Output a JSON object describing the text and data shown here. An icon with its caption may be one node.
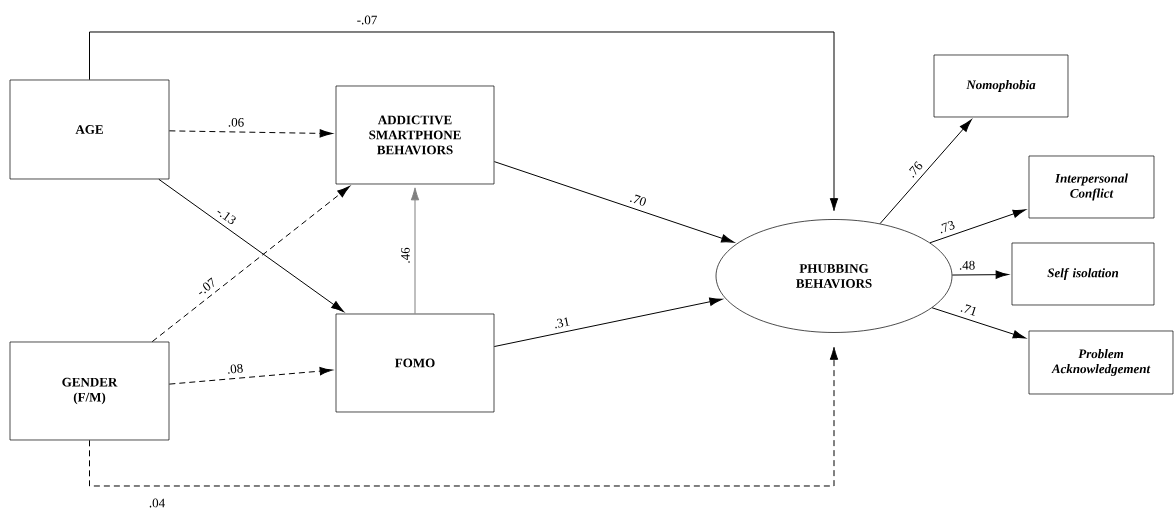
{
  "diagram": {
    "nodes": [
      {
        "text": [
          "AGE"
        ]
      },
      {
        "text": [
          "GENDER (F/M)"
        ]
      },
      {
        "text": [
          "ADDICTIVE SMARTPHONE BEHAVIORS"
        ]
      },
      {
        "text": [
          "FOMO"
        ]
      },
      {
        "text": [
          "PHUBBING BEHAVIORS"
        ]
      },
      {
        "text": [
          "Nomophobia"
        ]
      },
      {
        "text": [
          "Interpersonal Conflict"
        ]
      },
      {
        "text": [
          "Self isolation"
        ]
      },
      {
        "text": [
          "Problem Acknowledgement"
        ]
      }
    ],
    "edges": [
      {
        "from": 0,
        "to": 4,
        "arrow": "to",
        "label": "-.07"
      },
      {
        "from": 0,
        "to": 2,
        "arrow": "to",
        "label": ".06",
        "style": "dashed"
      },
      {
        "from": 0,
        "to": 3,
        "arrow": "to",
        "label": "-.13"
      },
      {
        "from": 1,
        "to": 2,
        "arrow": "to",
        "label": "-.07",
        "style": "dashed"
      },
      {
        "from": 1,
        "to": 3,
        "arrow": "to",
        "label": ".08",
        "style": "dashed"
      },
      {
        "from": 1,
        "to": 4,
        "arrow": "to",
        "label": ".04",
        "style": "dashed"
      },
      {
        "from": 3,
        "to": 2,
        "arrow": "to",
        "label": ".46",
        "color": "#808080"
      },
      {
        "from": 2,
        "to": 4,
        "arrow": "to",
        "label": ".70"
      },
      {
        "from": 3,
        "to": 4,
        "arrow": "to",
        "label": ".31"
      },
      {
        "from": 4,
        "to": 5,
        "arrow": "to",
        "label": ".76"
      },
      {
        "from": 4,
        "to": 6,
        "arrow": "to",
        "label": ".73"
      },
      {
        "from": 4,
        "to": 7,
        "arrow": "to",
        "label": ".48"
      },
      {
        "from": 4,
        "to": 8,
        "arrow": "to",
        "label": ".71"
      }
    ]
  }
}
